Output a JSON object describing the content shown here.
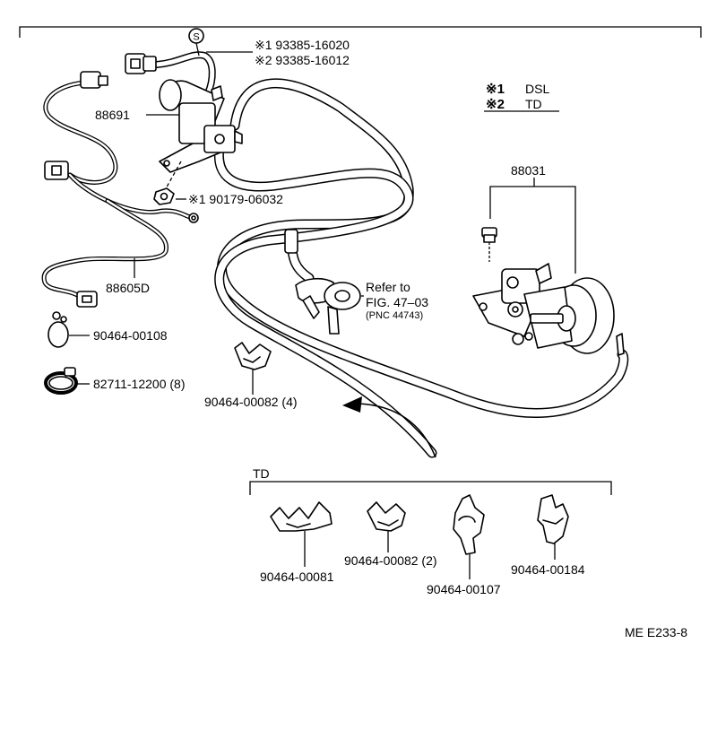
{
  "notes": {
    "note1_mark": "※1",
    "note1_text": "DSL",
    "note2_mark": "※2",
    "note2_text": "TD"
  },
  "callouts": {
    "part_93385_16020": "※1 93385-16020",
    "part_93385_16012": "※2 93385-16012",
    "vsv_88691": "88691",
    "part_90179_06032": "※1 90179-06032",
    "harness_88605D": "88605D",
    "actuator_88031": "88031",
    "refer_line1": "Refer to",
    "refer_line2": "FIG. 47–03",
    "refer_line3": "(PNC 44743)",
    "clip_90464_00108": "90464-00108",
    "clamp_82711_12200": "82711-12200 (8)",
    "clip_90464_00082_4": "90464-00082 (4)"
  },
  "td_group": {
    "title": "TD",
    "clip_90464_00081": "90464-00081",
    "clip_90464_00082_2": "90464-00082 (2)",
    "clip_90464_00107": "90464-00107",
    "clip_90464_00184": "90464-00184"
  },
  "s_marker": "S",
  "diagram_id": "ME E233-8"
}
